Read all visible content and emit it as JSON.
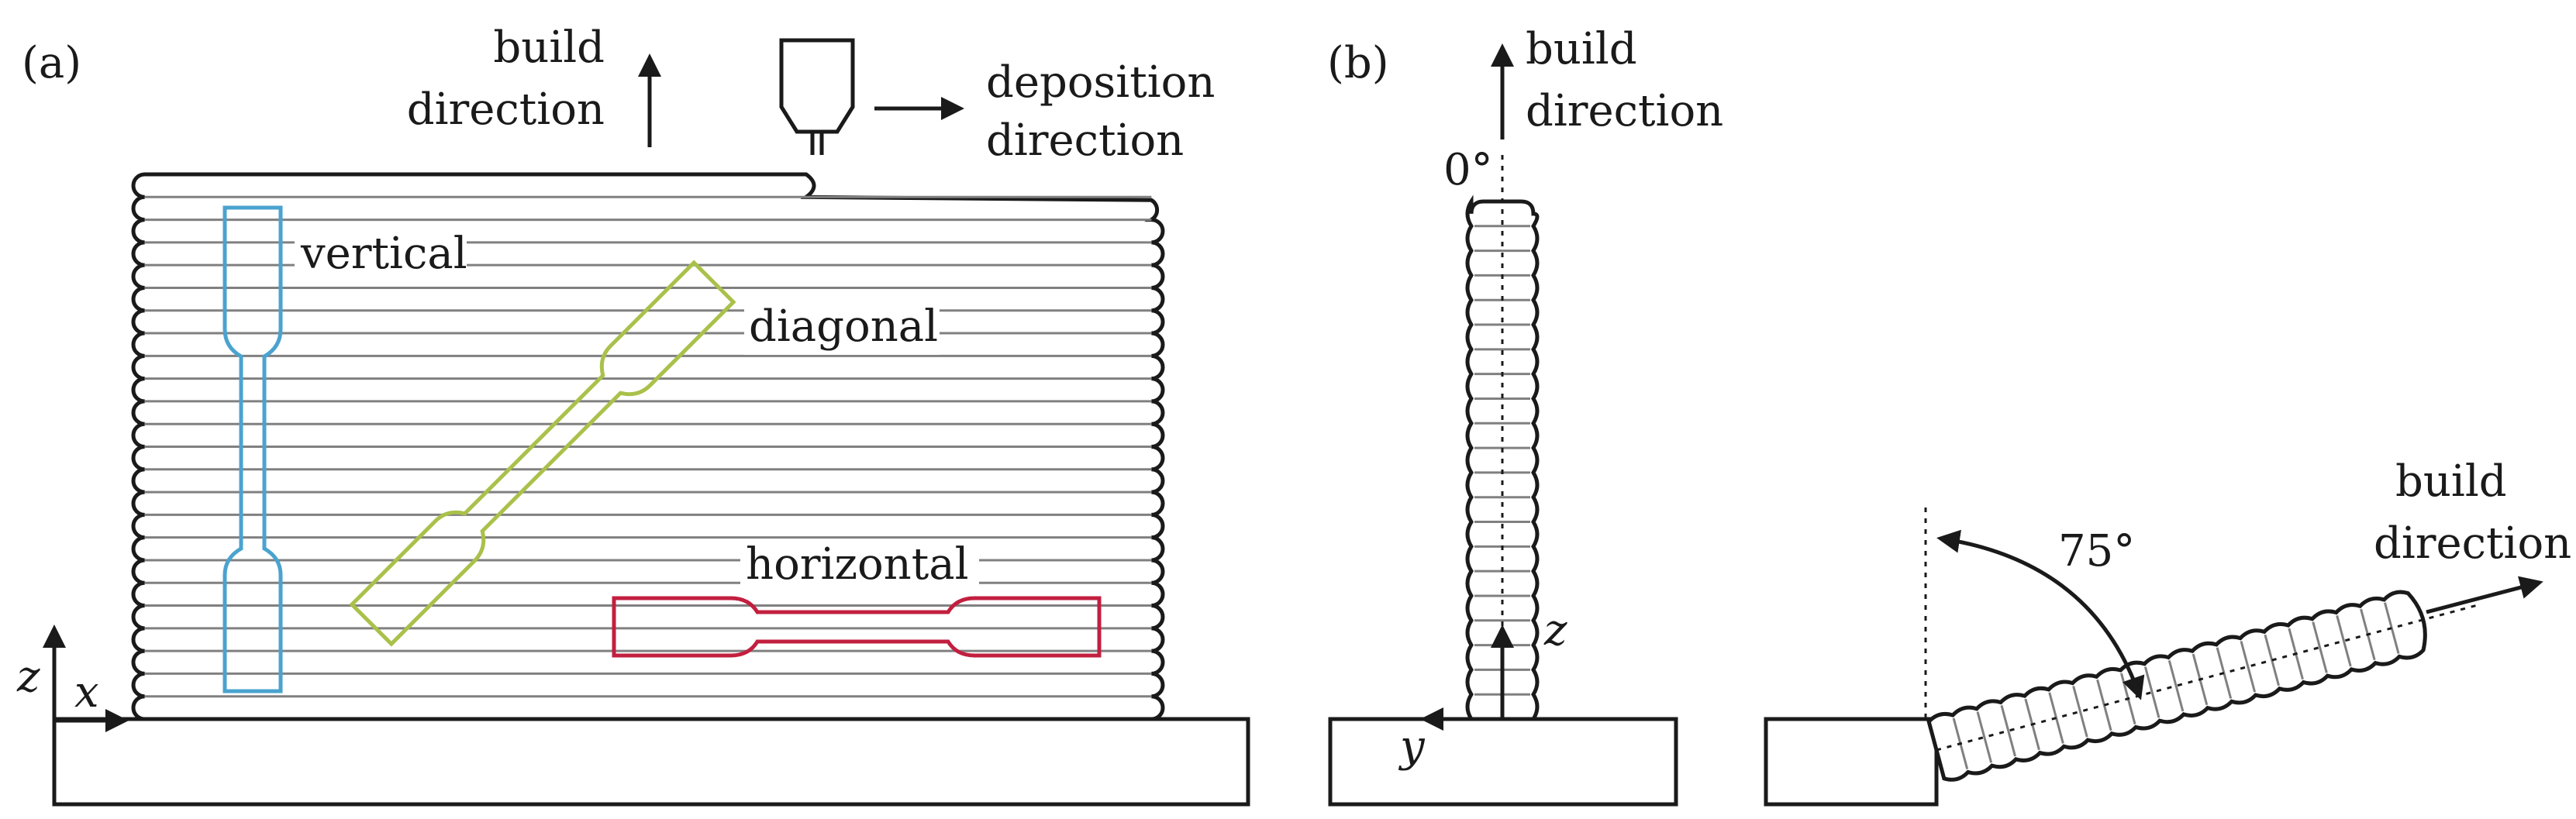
{
  "panel_a": {
    "label": "(a)",
    "build_direction": [
      "build",
      "direction"
    ],
    "deposition_direction": [
      "deposition",
      "direction"
    ],
    "vertical_label": "vertical",
    "diagonal_label": "diagonal",
    "horizontal_label": "horizontal",
    "axis_z": "z",
    "axis_x": "x"
  },
  "panel_b": {
    "label": "(b)",
    "build_direction": [
      "build",
      "direction"
    ],
    "angle_zero": "0°",
    "axis_z": "z",
    "axis_y": "y"
  },
  "panel_c": {
    "build_direction": [
      "build",
      "direction"
    ],
    "angle": "75°"
  },
  "colors": {
    "vertical": "#4aa3cf",
    "diagonal": "#a9c14a",
    "horizontal": "#c21f3f",
    "stroke": "#1a1a1a",
    "layer_line": "#808080"
  }
}
